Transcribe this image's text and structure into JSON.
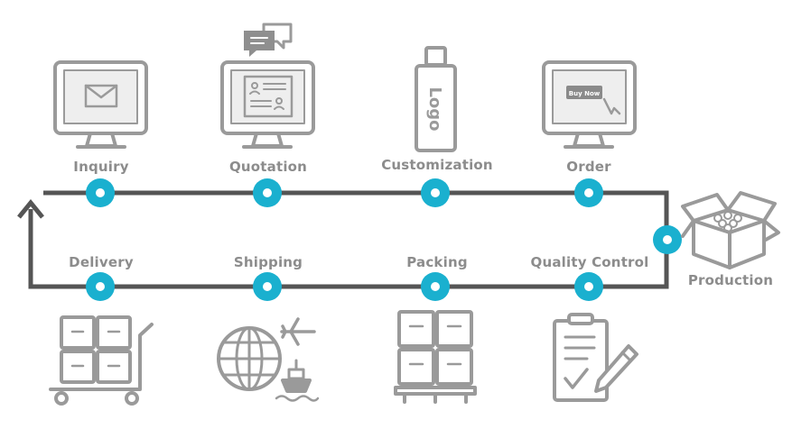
{
  "colors": {
    "line": "#555555",
    "node": "#1ab0cf",
    "icon": "#9a9a9a"
  },
  "top_steps": [
    {
      "label": "Inquiry",
      "icon": "monitor-envelope-icon"
    },
    {
      "label": "Quotation",
      "icon": "monitor-id-card-chat-icon"
    },
    {
      "label": "Customization",
      "icon": "usb-logo-icon"
    },
    {
      "label": "Order",
      "icon": "monitor-buy-now-icon"
    }
  ],
  "side_step": {
    "label": "Production",
    "icon": "open-box-icon"
  },
  "bottom_steps": [
    {
      "label": "Delivery",
      "icon": "hand-truck-boxes-icon"
    },
    {
      "label": "Shipping",
      "icon": "globe-plane-ship-icon"
    },
    {
      "label": "Packing",
      "icon": "pallet-boxes-icon"
    },
    {
      "label": "Quality Control",
      "icon": "clipboard-pencil-icon"
    }
  ],
  "icon_texts": {
    "logo": "Logo",
    "buy_now": "Buy Now"
  }
}
